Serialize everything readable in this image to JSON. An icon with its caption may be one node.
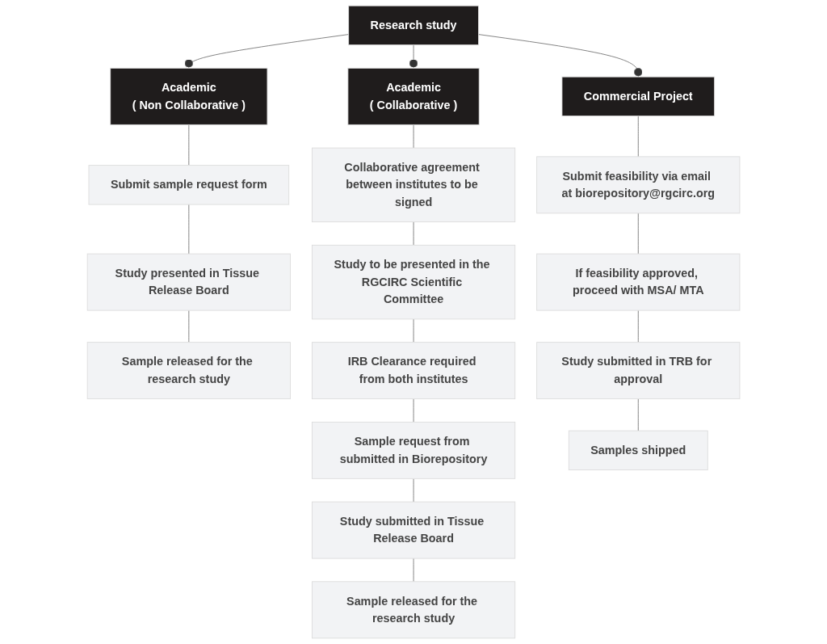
{
  "diagram": {
    "nodes": [
      {
        "text": [
          "Research study"
        ]
      },
      {
        "text": [
          "Academic",
          "( Non Collaborative )"
        ]
      },
      {
        "text": [
          "Academic",
          "( Collaborative )"
        ]
      },
      {
        "text": [
          "Commercial Project"
        ]
      },
      {
        "text": [
          "Submit sample request form"
        ]
      },
      {
        "text": [
          "Study presented in Tissue Release Board"
        ]
      },
      {
        "text": [
          "Sample released for the research study"
        ]
      },
      {
        "text": [
          "Collaborative agreement between institutes to be signed"
        ]
      },
      {
        "text": [
          "Study to be presented in the RGCIRC Scientific Committee"
        ]
      },
      {
        "text": [
          "IRB Clearance required from both institutes"
        ]
      },
      {
        "text": [
          "Sample request from submitted in Biorepository"
        ]
      },
      {
        "text": [
          "Study submitted in Tissue Release Board"
        ]
      },
      {
        "text": [
          "Sample released for the research study"
        ]
      },
      {
        "text": [
          "Submit feasibility via email at biorepository@rgcirc.org"
        ]
      },
      {
        "text": [
          "If feasibility approved, proceed with MSA/ MTA"
        ]
      },
      {
        "text": [
          "Study submitted in TRB for approval"
        ]
      },
      {
        "text": [
          "Samples shipped"
        ]
      }
    ],
    "edges": [
      {
        "from": 0,
        "to": 1,
        "arrow": "other"
      },
      {
        "from": 0,
        "to": 2,
        "arrow": "other"
      },
      {
        "from": 0,
        "to": 3,
        "arrow": "other"
      },
      {
        "from": 1,
        "to": 4,
        "arrow": "none"
      },
      {
        "from": 4,
        "to": 5,
        "arrow": "none"
      },
      {
        "from": 5,
        "to": 6,
        "arrow": "none"
      },
      {
        "from": 2,
        "to": 7,
        "arrow": "none"
      },
      {
        "from": 7,
        "to": 8,
        "arrow": "none"
      },
      {
        "from": 8,
        "to": 9,
        "arrow": "none"
      },
      {
        "from": 9,
        "to": 10,
        "arrow": "none"
      },
      {
        "from": 10,
        "to": 11,
        "arrow": "none"
      },
      {
        "from": 11,
        "to": 12,
        "arrow": "none"
      },
      {
        "from": 3,
        "to": 13,
        "arrow": "none"
      },
      {
        "from": 13,
        "to": 14,
        "arrow": "none"
      },
      {
        "from": 14,
        "to": 15,
        "arrow": "none"
      },
      {
        "from": 15,
        "to": 16,
        "arrow": "none"
      }
    ]
  }
}
